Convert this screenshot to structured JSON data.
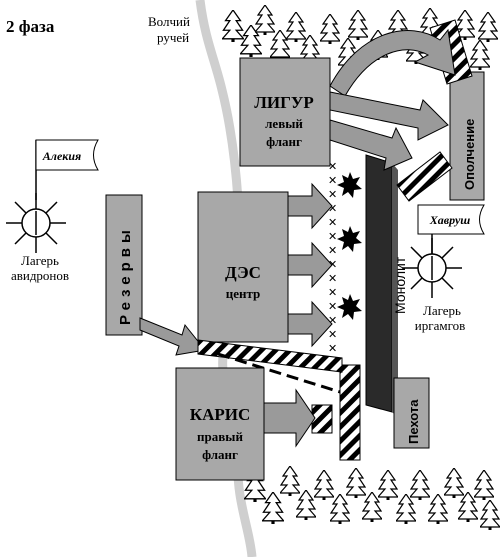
{
  "phase_title": "2 фаза",
  "stream": {
    "line1": "Волчий",
    "line2": "ручей"
  },
  "left_camp": {
    "flag": "Алекия",
    "line1": "Лагерь",
    "line2": "авидронов"
  },
  "right_camp": {
    "flag": "Хавруш",
    "line1": "Лагерь",
    "line2": "иргамгов"
  },
  "units": {
    "ligur": {
      "name": "ЛИГУР",
      "sub1": "левый",
      "sub2": "фланг"
    },
    "des": {
      "name": "ДЭС",
      "sub1": "центр"
    },
    "karis": {
      "name": "КАРИС",
      "sub1": "правый",
      "sub2": "фланг"
    },
    "reserves": "Резервы",
    "militia": "Ополчение",
    "monolith": "Монолит",
    "infantry": "Пехота"
  },
  "colors": {
    "unit_fill": "#a8a8a8",
    "arrow_fill": "#9a9a9a",
    "monolith": "#2a2a2a",
    "stream": "#cfcfcf",
    "hatch": "#000000"
  }
}
